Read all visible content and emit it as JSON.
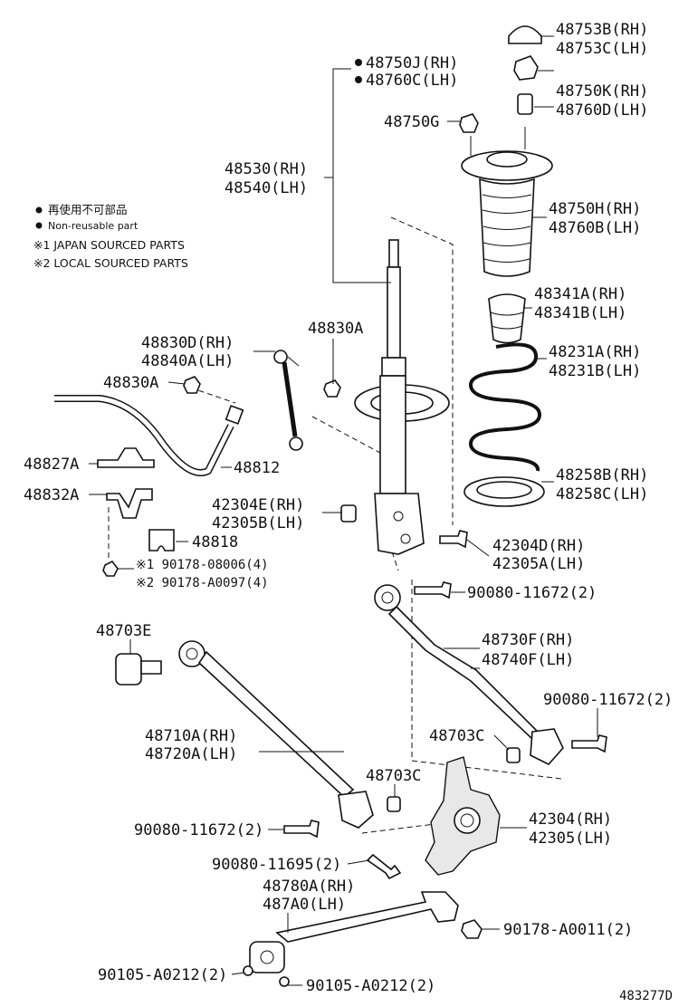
{
  "legend": {
    "non_reusable_jp": "再使用不可部品",
    "non_reusable_en": "Non-reusable part",
    "japan_sourced": "※1 JAPAN SOURCED PARTS",
    "local_sourced": "※2 LOCAL SOURCED PARTS"
  },
  "labels": {
    "p48753B": "48753B(RH)",
    "p48753C": "48753C(LH)",
    "p48750J": "48750J(RH)",
    "p48760C": "48760C(LH)",
    "p48750K": "48750K(RH)",
    "p48760D": "48760D(LH)",
    "p48750G": "48750G",
    "p48530": "48530(RH)",
    "p48540": "48540(LH)",
    "p48750H": "48750H(RH)",
    "p48760B": "48760B(LH)",
    "p48341A": "48341A(RH)",
    "p48341B": "48341B(LH)",
    "p48231A": "48231A(RH)",
    "p48231B": "48231B(LH)",
    "p48258B": "48258B(RH)",
    "p48258C": "48258C(LH)",
    "p48830A_top": "48830A",
    "p48830D": "48830D(RH)",
    "p48840A": "48840A(LH)",
    "p48830A_left": "48830A",
    "p48827A": "48827A",
    "p48812": "48812",
    "p48832A": "48832A",
    "p42304E": "42304E(RH)",
    "p42305B": "42305B(LH)",
    "p48818": "48818",
    "p90178_08006": "※1 90178-08006(4)",
    "p90178_A0097": "※2 90178-A0097(4)",
    "p42304D": "42304D(RH)",
    "p42305A": "42305A(LH)",
    "p90080_11672_a": "90080-11672(2)",
    "p48703E": "48703E",
    "p48730F": "48730F(RH)",
    "p48740F": "48740F(LH)",
    "p90080_11672_b": "90080-11672(2)",
    "p48710A": "48710A(RH)",
    "p48720A": "48720A(LH)",
    "p48703C_a": "48703C",
    "p48703C_b": "48703C",
    "p42304": "42304(RH)",
    "p42305": "42305(LH)",
    "p90080_11672_c": "90080-11672(2)",
    "p90080_11695": "90080-11695(2)",
    "p48780A": "48780A(RH)",
    "p487A0": "487A0(LH)",
    "p90178_A0011": "90178-A0011(2)",
    "p90105_A0212_a": "90105-A0212(2)",
    "p90105_A0212_b": "90105-A0212(2)",
    "diagram_id": "483277D"
  }
}
